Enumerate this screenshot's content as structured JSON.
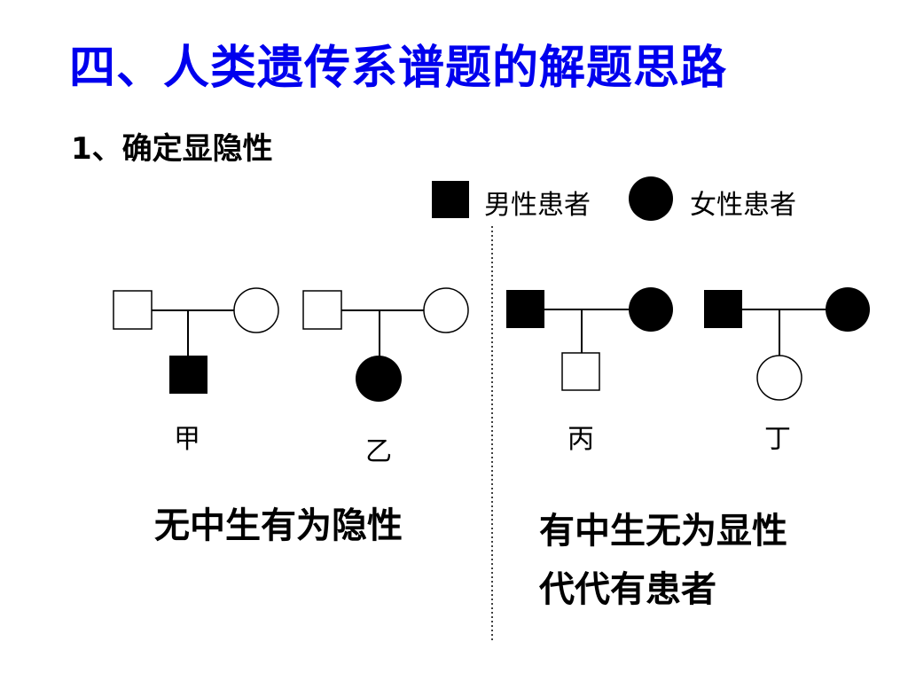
{
  "title": "四、人类遗传系谱题的解题思路",
  "subtitle": "1、确定显隐性",
  "legend": {
    "male_patient": "男性患者",
    "female_patient": "女性患者"
  },
  "pedigrees": [
    {
      "label": "甲",
      "father_affected": false,
      "mother_affected": false,
      "child_sex": "male",
      "child_affected": true
    },
    {
      "label": "乙",
      "father_affected": false,
      "mother_affected": false,
      "child_sex": "female",
      "child_affected": true
    },
    {
      "label": "丙",
      "father_affected": true,
      "mother_affected": true,
      "child_sex": "male",
      "child_affected": false
    },
    {
      "label": "丁",
      "father_affected": true,
      "mother_affected": true,
      "child_sex": "female",
      "child_affected": false
    }
  ],
  "conclusions": {
    "recessive": "无中生有为隐性",
    "dominant_line1": "有中生无为显性",
    "dominant_line2": "代代有患者"
  },
  "colors": {
    "title": "#0000ee",
    "affected_fill": "#000000",
    "unaffected_fill": "#ffffff"
  }
}
